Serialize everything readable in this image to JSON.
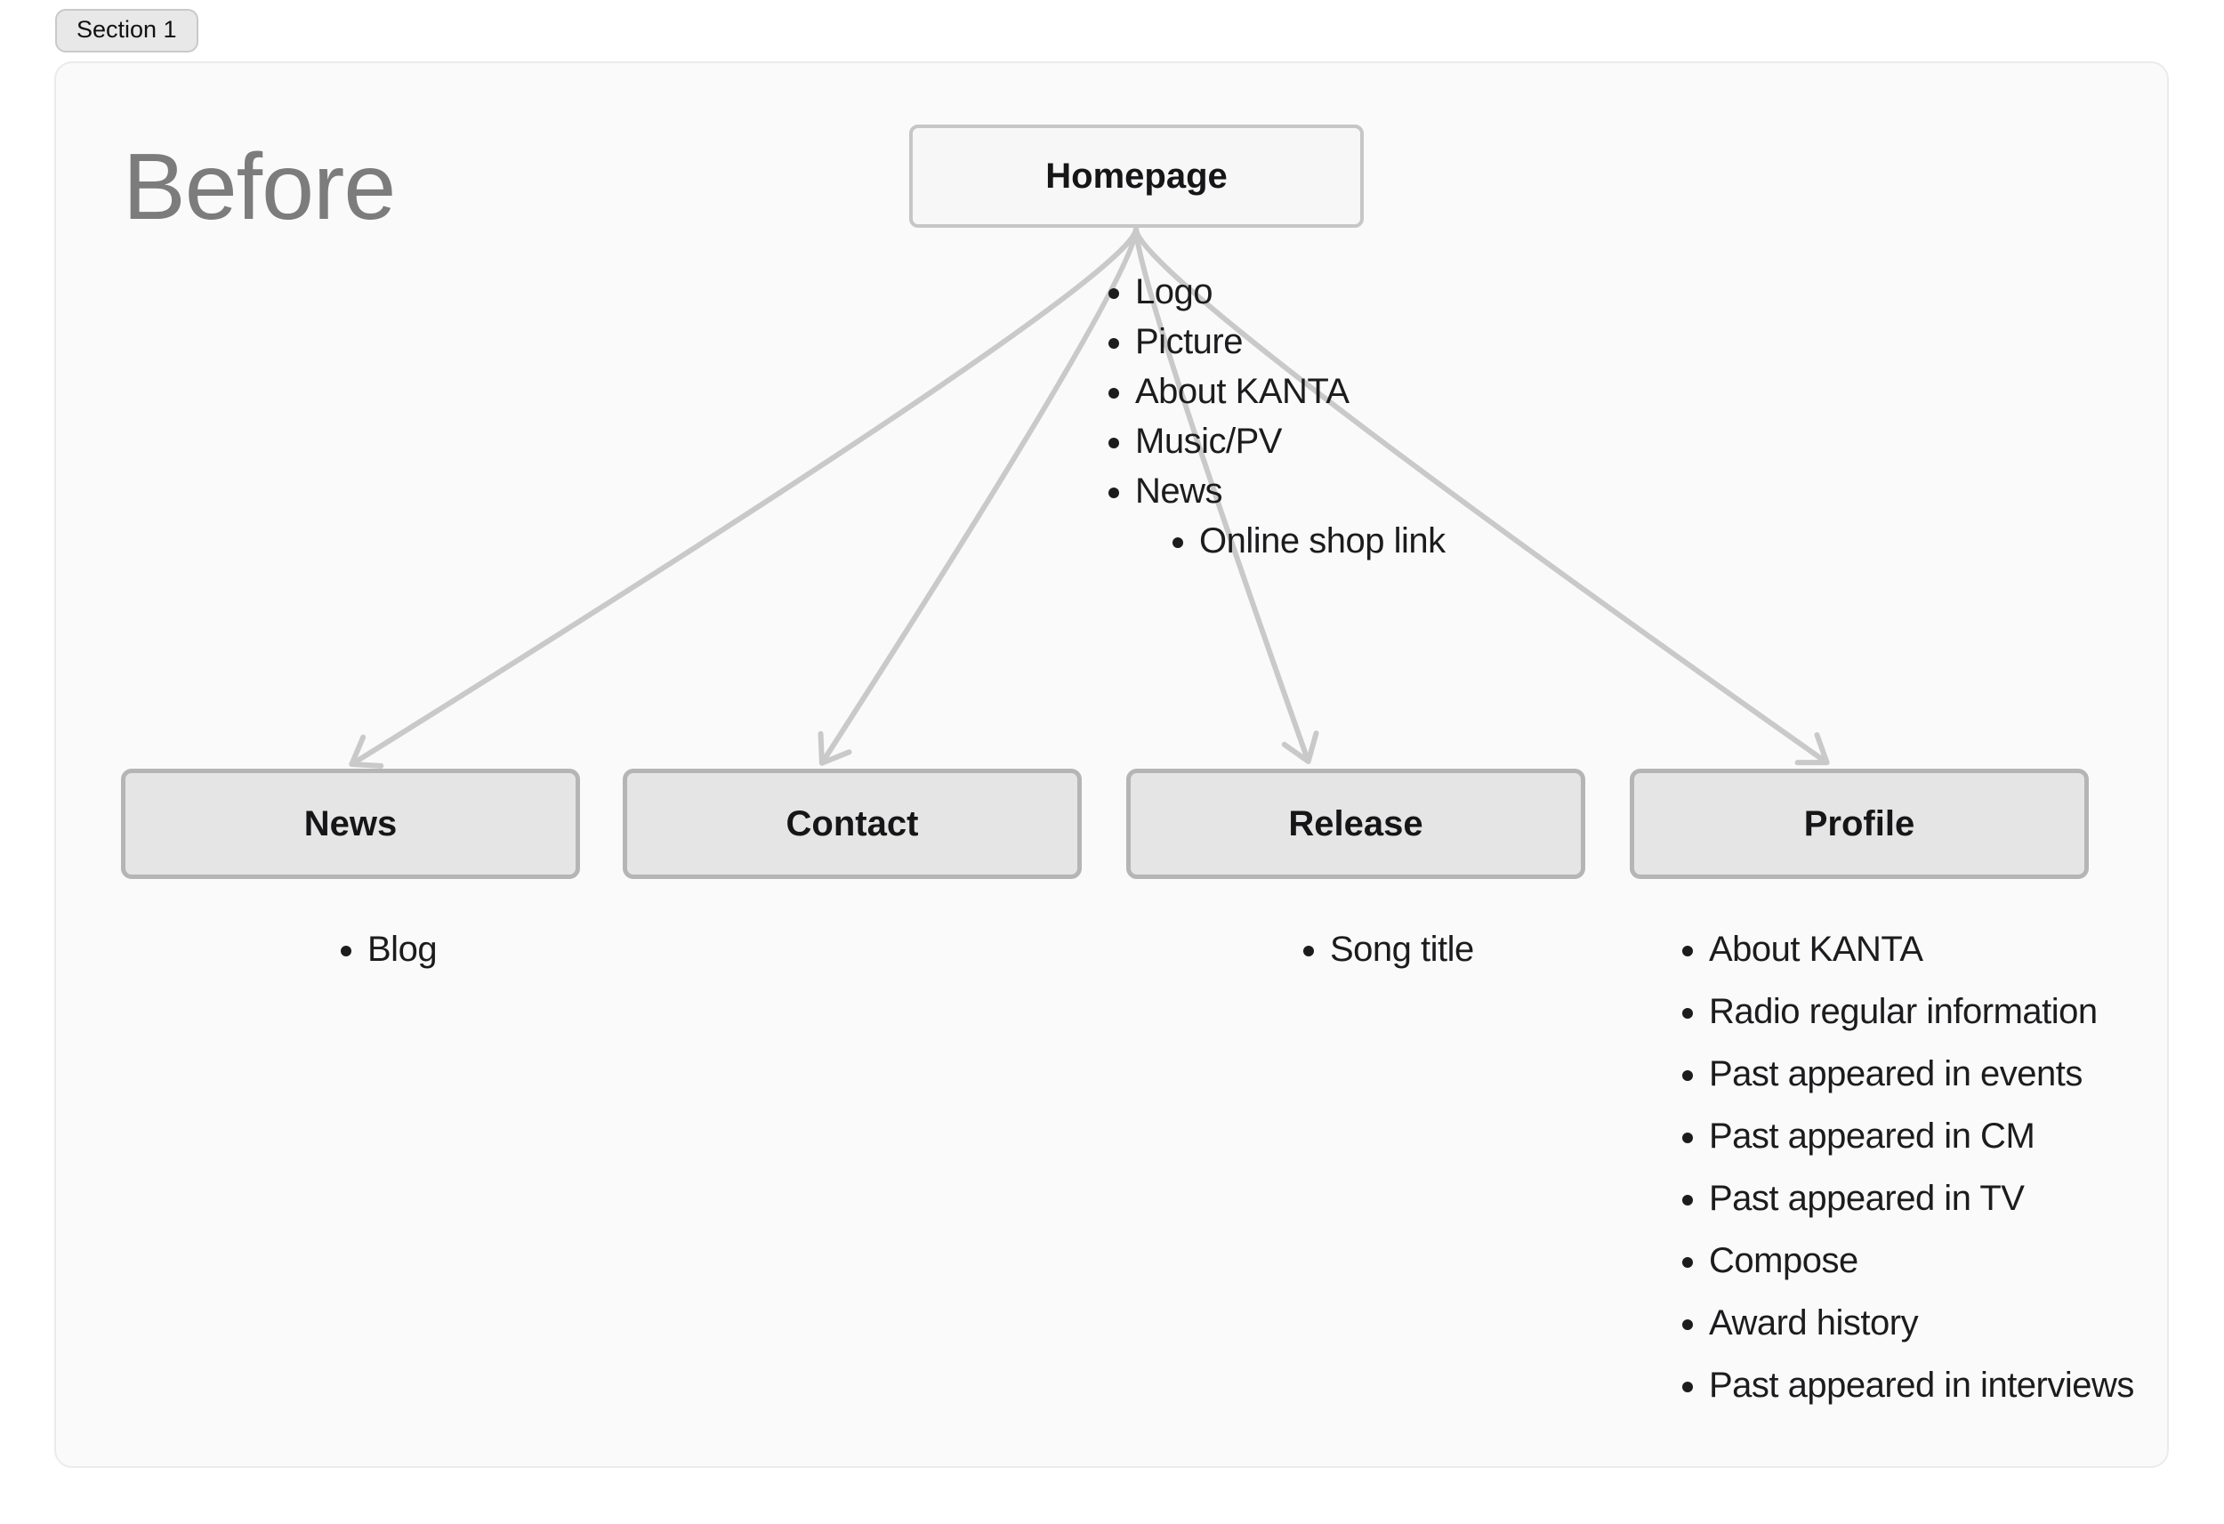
{
  "section_tag": {
    "label": "Section 1"
  },
  "diagram": {
    "title": "Before",
    "root": {
      "label": "Homepage",
      "items": [
        "Logo",
        "Picture",
        "About KANTA",
        "Music/PV",
        "News"
      ],
      "sub_items": [
        "Online shop link"
      ]
    },
    "children": [
      {
        "label": "News",
        "items": [
          "Blog"
        ]
      },
      {
        "label": "Contact",
        "items": []
      },
      {
        "label": "Release",
        "items": [
          "Song title"
        ]
      },
      {
        "label": "Profile",
        "items": [
          "About KANTA",
          "Radio regular information",
          "Past appeared in events",
          "Past appeared in CM",
          "Past appeared in TV",
          "Compose",
          "Award history",
          "Past appeared in interviews"
        ]
      }
    ]
  },
  "colors": {
    "connector": "#c9c9c9",
    "node_bg": "#e5e5e5",
    "node_border": "#b5b5b5",
    "root_bg": "#f7f7f7",
    "root_border": "#c6c6c6",
    "panel_bg": "#fafafa",
    "title": "#7c7c7c"
  }
}
